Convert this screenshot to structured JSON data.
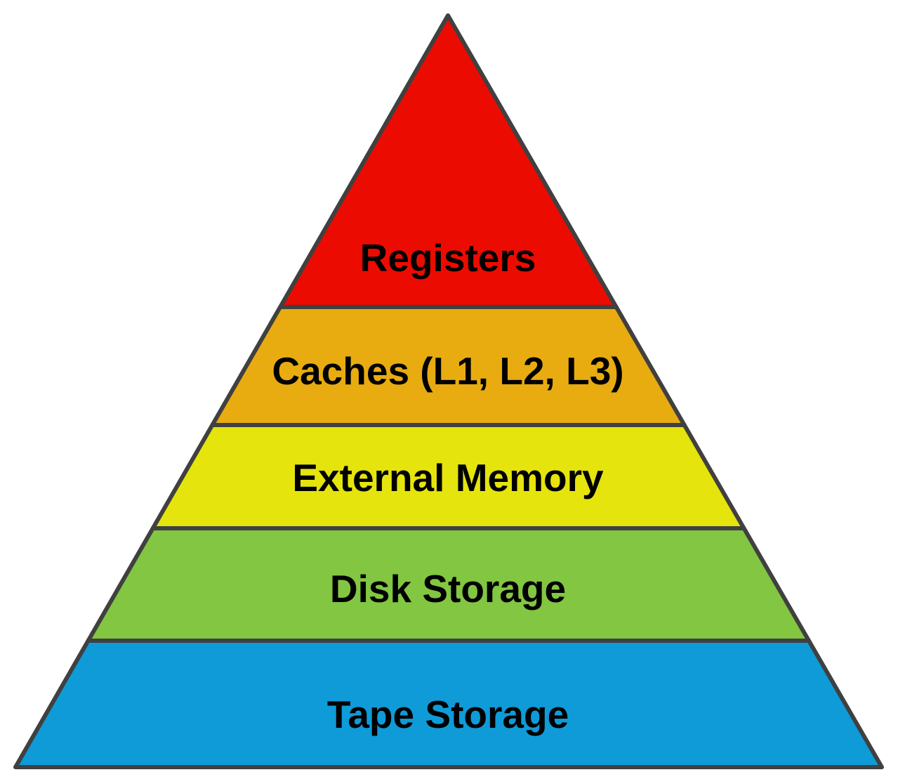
{
  "diagram": {
    "type": "pyramid",
    "background": "#FFFFFF",
    "border_color": "#404040",
    "label_color": "#000000",
    "levels": [
      {
        "label": "Registers",
        "color": "#EC0B00"
      },
      {
        "label": "Caches (L1, L2, L3)",
        "color": "#E8AC10"
      },
      {
        "label": "External Memory",
        "color": "#E5E40C"
      },
      {
        "label": "Disk Storage",
        "color": "#82C642"
      },
      {
        "label": "Tape Storage",
        "color": "#0E9BD8"
      }
    ]
  }
}
